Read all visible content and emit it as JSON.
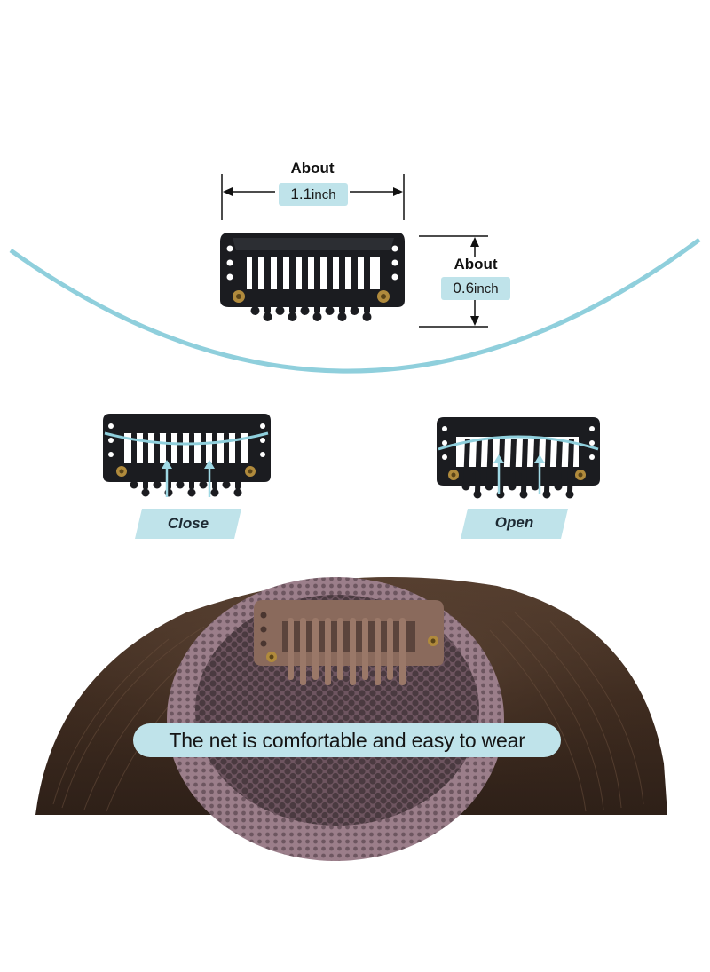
{
  "width_dimension": {
    "about_label": "About",
    "value": "1.1",
    "unit": "inch"
  },
  "height_dimension": {
    "about_label": "About",
    "value": "0.6",
    "unit": "inch"
  },
  "clip_states": {
    "close_label": "Close",
    "open_label": "Open"
  },
  "banner": {
    "text": "The net is comfortable and easy to wear"
  },
  "colors": {
    "accent_light_blue": "#bfe3ea",
    "arc_blue": "#8fcfdc",
    "clip_black": "#1b1c20",
    "clip_brown": "#8a6a5c",
    "hair_brown": "#4a3526",
    "net_mauve": "#8d7280"
  }
}
